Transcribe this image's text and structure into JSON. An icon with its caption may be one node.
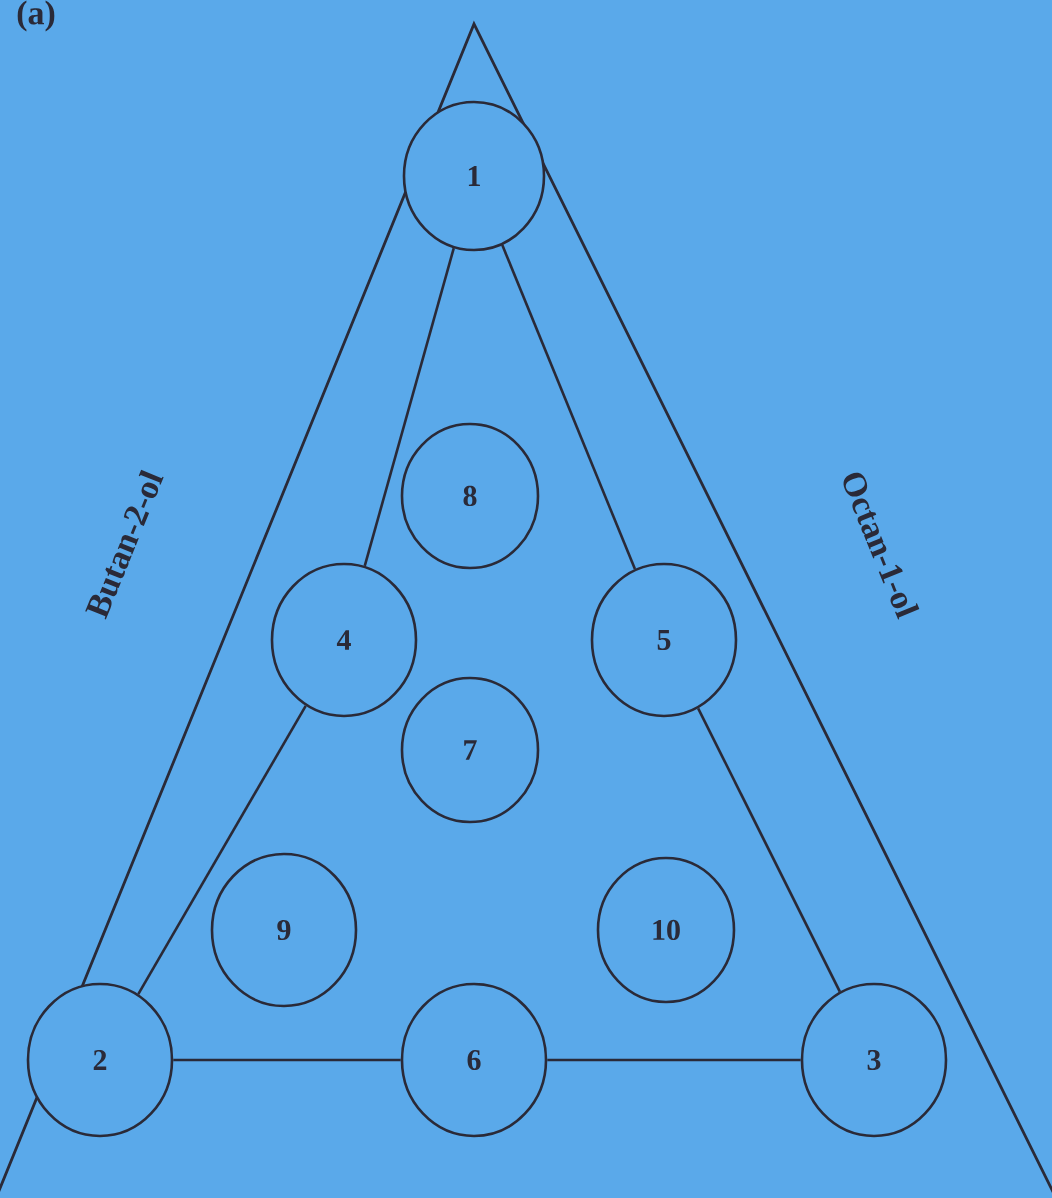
{
  "diagram": {
    "nodes": [
      {
        "text": [
          "1"
        ]
      },
      {
        "text": [
          "2"
        ]
      },
      {
        "text": [
          "3"
        ]
      },
      {
        "text": [
          "4"
        ]
      },
      {
        "text": [
          "5"
        ]
      },
      {
        "text": [
          "6"
        ]
      },
      {
        "text": [
          "7"
        ]
      },
      {
        "text": [
          "8"
        ]
      },
      {
        "text": [
          "9"
        ]
      },
      {
        "text": [
          "10"
        ]
      }
    ],
    "edges": [
      {
        "from": 0,
        "to": 3,
        "arrow": "none"
      },
      {
        "from": 3,
        "to": 1,
        "arrow": "none"
      },
      {
        "from": 1,
        "to": 5,
        "arrow": "none"
      },
      {
        "from": 5,
        "to": 2,
        "arrow": "none"
      },
      {
        "from": 2,
        "to": 4,
        "arrow": "none"
      },
      {
        "from": 4,
        "to": 0,
        "arrow": "none"
      }
    ],
    "labels": [
      "(a)",
      "Butan-2-ol",
      "Octan-1-ol"
    ]
  }
}
